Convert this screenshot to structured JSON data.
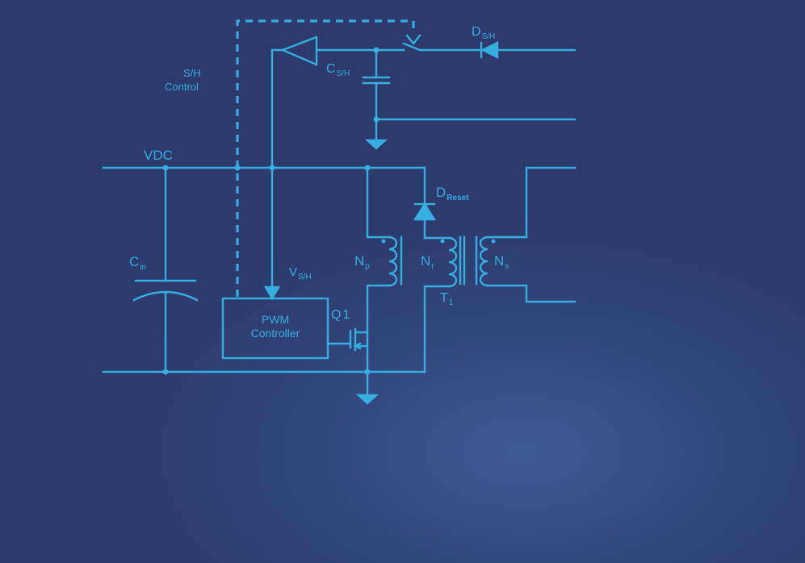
{
  "colors": {
    "background": "#33487d",
    "wire": "#36aee0"
  },
  "labels": {
    "vdc": "VDC",
    "sh_control_line1": "S/H",
    "sh_control_line2": "Control",
    "c_sh_main": "C",
    "c_sh_sub": "S/H",
    "d_sh_main": "D",
    "d_sh_sub": "S/H",
    "d_reset_main": "D",
    "d_reset_sub": "Reset",
    "cin_main": "C",
    "cin_sub": "in",
    "vsh_main": "V",
    "vsh_sub": "S/H",
    "np_main": "N",
    "np_sub": "p",
    "nr_main": "N",
    "nr_sub": "r",
    "ns_main": "N",
    "ns_sub": "s",
    "t1_main": "T",
    "t1_sub": "1",
    "q1": "Q1",
    "pwm_line1": "PWM",
    "pwm_line2": "Controller"
  }
}
